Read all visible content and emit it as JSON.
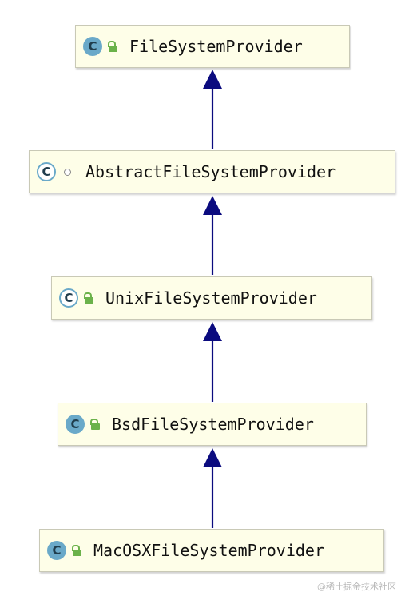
{
  "diagram": {
    "type": "uml-class-hierarchy",
    "classes": [
      {
        "id": "fsp",
        "name": "FileSystemProvider",
        "kind_icon": "C",
        "kind": "class",
        "visibility": "public"
      },
      {
        "id": "afsp",
        "name": "AbstractFileSystemProvider",
        "kind_icon": "C",
        "kind": "abstract-class",
        "visibility": "package-private"
      },
      {
        "id": "ufsp",
        "name": "UnixFileSystemProvider",
        "kind_icon": "C",
        "kind": "abstract-class",
        "visibility": "public"
      },
      {
        "id": "bfsp",
        "name": "BsdFileSystemProvider",
        "kind_icon": "C",
        "kind": "class",
        "visibility": "public"
      },
      {
        "id": "mfsp",
        "name": "MacOSXFileSystemProvider",
        "kind_icon": "C",
        "kind": "class",
        "visibility": "public"
      }
    ],
    "inheritance": [
      {
        "from": "afsp",
        "to": "fsp"
      },
      {
        "from": "ufsp",
        "to": "afsp"
      },
      {
        "from": "bfsp",
        "to": "ufsp"
      },
      {
        "from": "mfsp",
        "to": "bfsp"
      }
    ],
    "colors": {
      "box_fill": "#fefee8",
      "box_border": "#c9c9b6",
      "class_icon": "#6aa9c9",
      "lock_icon": "#6bb24a",
      "arrow": "#0b0b7f"
    }
  },
  "watermark": "@稀土掘金技术社区"
}
